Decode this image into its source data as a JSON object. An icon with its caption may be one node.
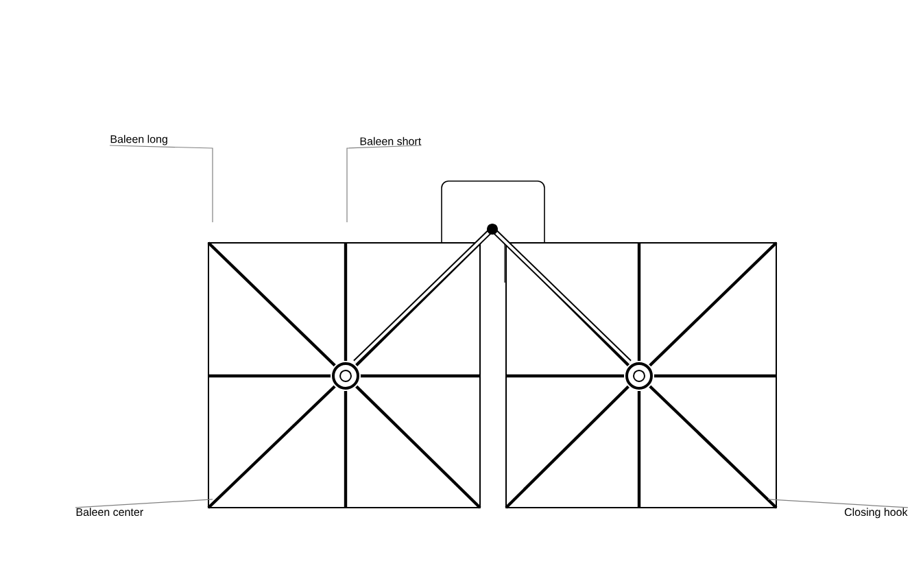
{
  "diagram": {
    "nodes": [
      {
        "text": [
          "Baleen long"
        ]
      },
      {
        "text": [
          "Baleen short"
        ]
      },
      {
        "text": [
          "Baleen center"
        ]
      },
      {
        "text": [
          "Closing hook"
        ]
      }
    ],
    "edges": [
      {
        "from": 0,
        "to": null,
        "arrow": "none"
      },
      {
        "from": 1,
        "to": null,
        "arrow": "none"
      },
      {
        "from": 2,
        "to": null,
        "arrow": "none"
      },
      {
        "from": 3,
        "to": null,
        "arrow": "none"
      }
    ]
  }
}
